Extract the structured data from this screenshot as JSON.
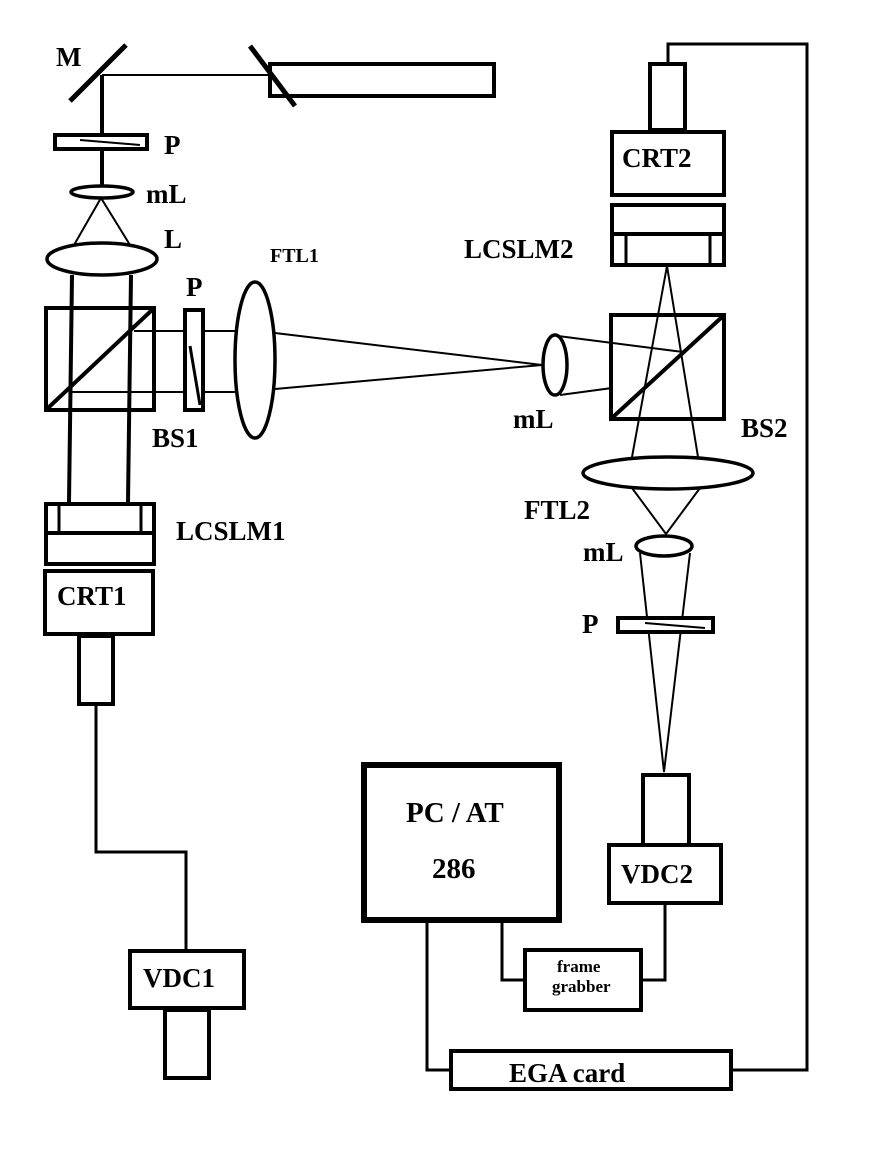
{
  "title": "Optical correlator experimental setup",
  "labels": {
    "mirror": "M",
    "polarizer_top": "P",
    "microlens_top": "mL",
    "lens": "L",
    "ftl1": "FTL1",
    "polarizer_mid": "P",
    "bs1": "BS1",
    "lcslm1": "LCSLM1",
    "crt1": "CRT1",
    "vdc1": "VDC1",
    "microlens_mid": "mL",
    "crt2": "CRT2",
    "lcslm2": "LCSLM2",
    "bs2": "BS2",
    "ftl2": "FTL2",
    "microlens_bottom": "mL",
    "polarizer_bottom": "P",
    "vdc2": "VDC2",
    "pc_line1": "PC / AT",
    "pc_line2": "286",
    "frame_grabber_line1": "frame",
    "frame_grabber_line2": "grabber",
    "ega_card": "EGA card"
  },
  "components": [
    {
      "id": "laser",
      "type": "laser source"
    },
    {
      "id": "mirror",
      "type": "mirror"
    },
    {
      "id": "polarizer-1",
      "type": "polarizer"
    },
    {
      "id": "microlens-1",
      "type": "microlens"
    },
    {
      "id": "lens",
      "type": "collimating lens"
    },
    {
      "id": "bs1",
      "type": "beam splitter"
    },
    {
      "id": "lcslm1",
      "type": "liquid crystal spatial light modulator"
    },
    {
      "id": "crt1",
      "type": "CRT"
    },
    {
      "id": "vdc1",
      "type": "video camera"
    },
    {
      "id": "polarizer-2",
      "type": "polarizer"
    },
    {
      "id": "ftl1",
      "type": "Fourier transform lens"
    },
    {
      "id": "microlens-2",
      "type": "microlens"
    },
    {
      "id": "bs2",
      "type": "beam splitter"
    },
    {
      "id": "lcslm2",
      "type": "liquid crystal spatial light modulator"
    },
    {
      "id": "crt2",
      "type": "CRT"
    },
    {
      "id": "ftl2",
      "type": "Fourier transform lens"
    },
    {
      "id": "microlens-3",
      "type": "microlens"
    },
    {
      "id": "polarizer-3",
      "type": "polarizer"
    },
    {
      "id": "vdc2",
      "type": "video camera"
    },
    {
      "id": "pc",
      "type": "computer"
    },
    {
      "id": "frame-grabber",
      "type": "frame grabber"
    },
    {
      "id": "ega-card",
      "type": "graphics card"
    }
  ],
  "connections": [
    [
      "crt1",
      "vdc1"
    ],
    [
      "pc",
      "frame-grabber"
    ],
    [
      "vdc2",
      "frame-grabber"
    ],
    [
      "pc",
      "ega-card"
    ],
    [
      "ega-card",
      "crt2"
    ]
  ]
}
